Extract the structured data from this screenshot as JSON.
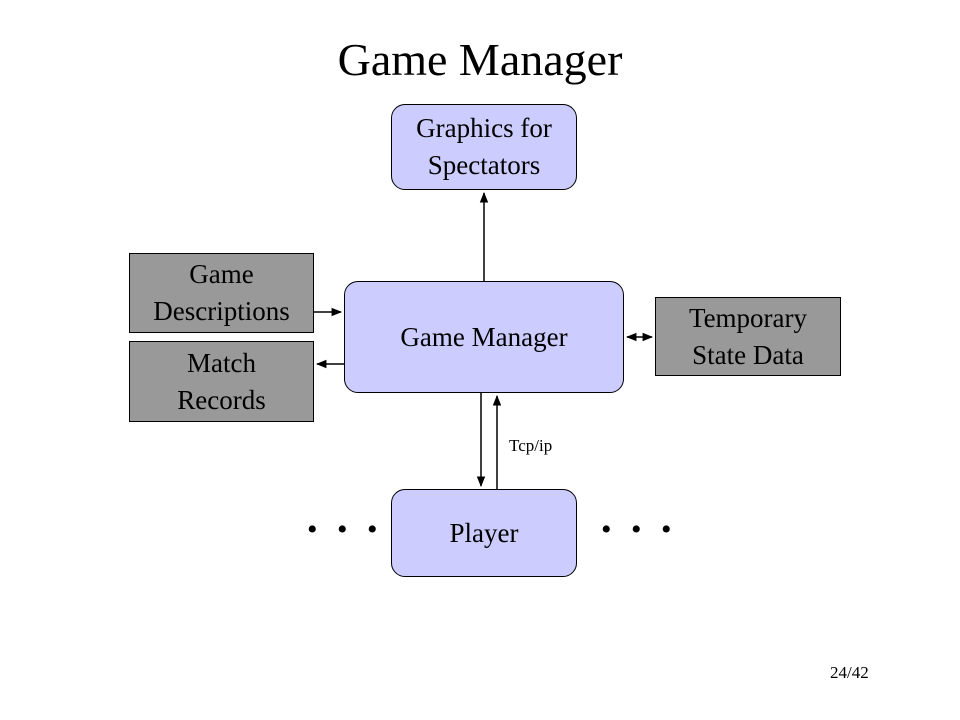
{
  "title": "Game Manager",
  "nodes": {
    "graphics": {
      "lines": [
        "Graphics for",
        "Spectators"
      ]
    },
    "game_manager": {
      "lines": [
        "Game Manager"
      ]
    },
    "player": {
      "lines": [
        "Player"
      ]
    },
    "game_descriptions": {
      "lines": [
        "Game",
        "Descriptions"
      ]
    },
    "match_records": {
      "lines": [
        "Match",
        "Records"
      ]
    },
    "temporary_state": {
      "lines": [
        "Temporary",
        "State Data"
      ]
    }
  },
  "edges": [
    {
      "from": "game_manager",
      "to": "graphics"
    },
    {
      "from": "game_descriptions",
      "to": "game_manager"
    },
    {
      "from": "game_manager",
      "to": "match_records"
    },
    {
      "from": "game_manager",
      "to": "temporary_state",
      "bidirectional": true
    },
    {
      "from": "game_manager",
      "to": "player"
    },
    {
      "from": "player",
      "to": "game_manager"
    }
  ],
  "edge_label": "Tcp/ip",
  "ellipsis": "• • •",
  "page_number": "24/42",
  "colors": {
    "process_fill": "#ccccff",
    "store_fill": "#999999",
    "stroke": "#000000"
  }
}
